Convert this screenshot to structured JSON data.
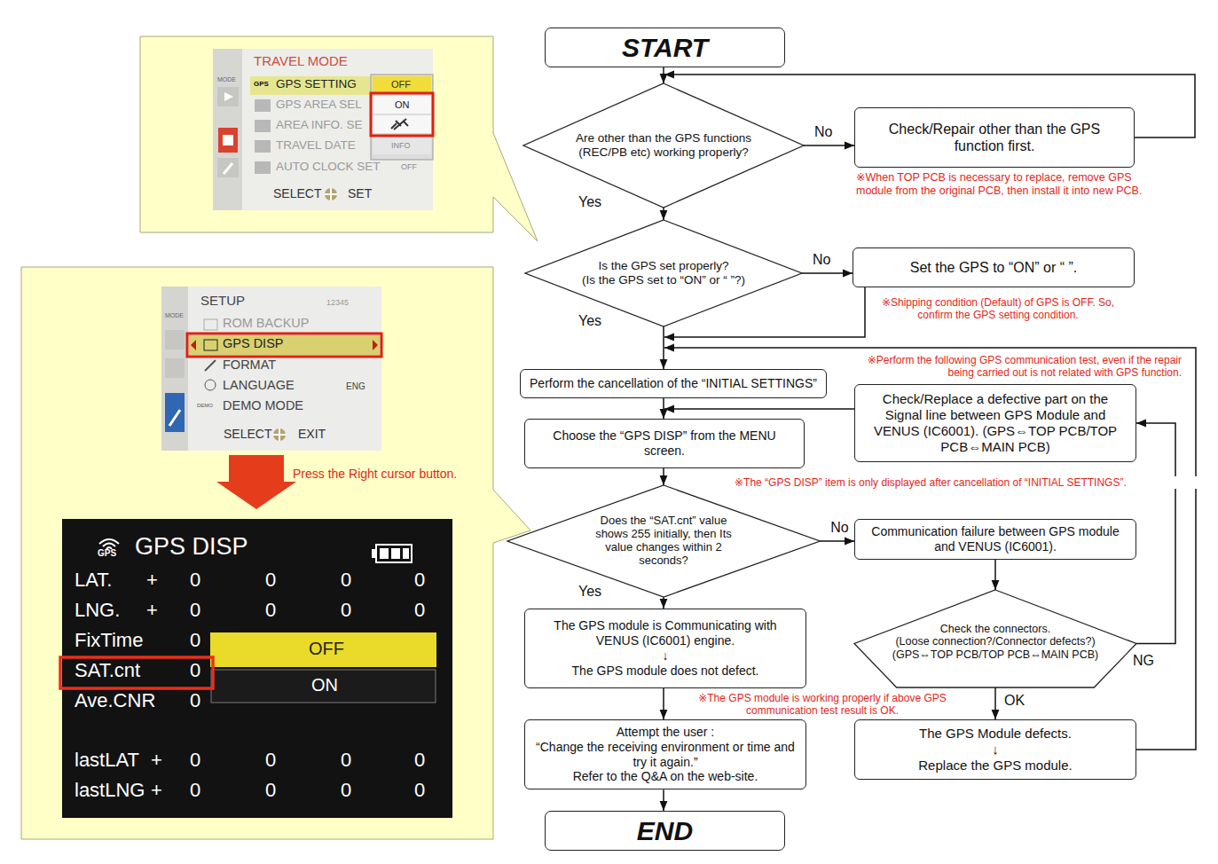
{
  "diagram": {
    "nodes": [
      {
        "text": [
          "START"
        ]
      },
      {
        "text": [
          "Are other than the GPS functions (REC/PB etc) working properly?"
        ]
      },
      {
        "text": [
          "Check/Repair other than the GPS function first."
        ]
      },
      {
        "text": [
          "Is the GPS set properly?",
          "(Is the GPS set to “ON” or “ ”?)"
        ]
      },
      {
        "text": [
          "Set the GPS to “ON” or “ ”."
        ]
      },
      {
        "text": [
          "Perform the cancellation of the “INITIAL SETTINGS”"
        ]
      },
      {
        "text": [
          "Check/Replace a defective part on the Signal line between GPS Module and VENUS (IC6001). (GPS⇔TOP PCB/TOP PCB⇔MAIN PCB)"
        ]
      },
      {
        "text": [
          "Choose the “GPS DISP” from the MENU screen."
        ]
      },
      {
        "text": [
          "Does the “SAT.cnt” value shows 255 initially, then Its value changes within 2 seconds?"
        ]
      },
      {
        "text": [
          "Communication failure between GPS module and VENUS (IC6001)."
        ]
      },
      {
        "text": [
          "The GPS module is Communicating with VENUS (IC6001) engine.",
          "↓",
          "The GPS module does not defect."
        ]
      },
      {
        "text": [
          "Check the connectors.",
          "(Loose connection?/Connector defects?)",
          "(GPS⇔TOP PCB/TOP PCB⇔MAIN PCB)"
        ]
      },
      {
        "text": [
          "Attempt the user :",
          "“Change the receiving environment or time and try it again.”",
          "Refer to the Q&A on the web-site."
        ]
      },
      {
        "text": [
          "The GPS Module defects.",
          "↓",
          "Replace the GPS module."
        ]
      },
      {
        "text": [
          "END"
        ]
      }
    ],
    "edges": [
      {
        "from": 0,
        "to": 1,
        "arrow": "to"
      },
      {
        "from": 1,
        "to": 2,
        "label": "No",
        "arrow": "to"
      },
      {
        "from": 2,
        "to": 1,
        "arrow": "to"
      },
      {
        "from": 1,
        "to": 3,
        "label": "Yes",
        "arrow": "to"
      },
      {
        "from": 3,
        "to": 4,
        "label": "No",
        "arrow": "to"
      },
      {
        "from": 3,
        "to": 5,
        "label": "Yes",
        "arrow": "to"
      },
      {
        "from": 4,
        "to": 5,
        "arrow": "to"
      },
      {
        "from": 13,
        "to": 5,
        "arrow": "to"
      },
      {
        "from": 5,
        "to": 7,
        "arrow": "to"
      },
      {
        "from": 6,
        "to": 7,
        "arrow": "to"
      },
      {
        "from": 7,
        "to": 8,
        "arrow": "to"
      },
      {
        "from": 8,
        "to": 9,
        "label": "No",
        "arrow": "to"
      },
      {
        "from": 8,
        "to": 10,
        "label": "Yes",
        "arrow": "to"
      },
      {
        "from": 9,
        "to": 11,
        "arrow": "to"
      },
      {
        "from": 11,
        "to": 6,
        "label": "NG",
        "arrow": "to"
      },
      {
        "from": 11,
        "to": 13,
        "label": "OK",
        "arrow": "to"
      },
      {
        "from": 10,
        "to": 12,
        "arrow": "to"
      },
      {
        "from": 12,
        "to": 14,
        "arrow": "to"
      }
    ],
    "labels": [
      "※When TOP PCB is necessary to replace, remove GPS module from the original PCB, then install it into new PCB.",
      "※Shipping condition (Default) of GPS is OFF. So, confirm the GPS setting condition.",
      "※Perform the following GPS communication test, even if the repair being carried out is not related with GPS function.",
      "※The “GPS DISP” item is only displayed after cancellation of “INITIAL SETTINGS”.",
      "※The GPS module is working properly if above GPS communication test result is OK.",
      "Press the Right cursor button.",
      "TRAVEL MODE",
      "MODE",
      "GPS SETTING",
      "GPS AREA SEL",
      "AREA INFO. SE",
      "TRAVEL DATE",
      "AUTO CLOCK SET",
      "OFF",
      "ON",
      "INFO",
      "OFF",
      "SELECT",
      "SET",
      "SETUP",
      "12345",
      "MODE",
      "ROM BACKUP",
      "GPS DISP",
      "FORMAT",
      "LANGUAGE",
      "ENG",
      "DEMO",
      "DEMO MODE",
      "SELECT",
      "EXIT",
      "GPS DISP",
      "LAT.",
      "+",
      "0",
      "0",
      "0",
      "0",
      "LNG.",
      "+",
      "0",
      "0",
      "0",
      "0",
      "FixTime",
      "0",
      "OFF",
      "SAT.cnt",
      "0",
      "ON",
      "Ave.CNR",
      "0",
      "lastLAT",
      "+",
      "0",
      "0",
      "0",
      "0",
      "lastLNG",
      "+",
      "0",
      "0",
      "0",
      "0",
      "GPS",
      "GPS"
    ]
  }
}
